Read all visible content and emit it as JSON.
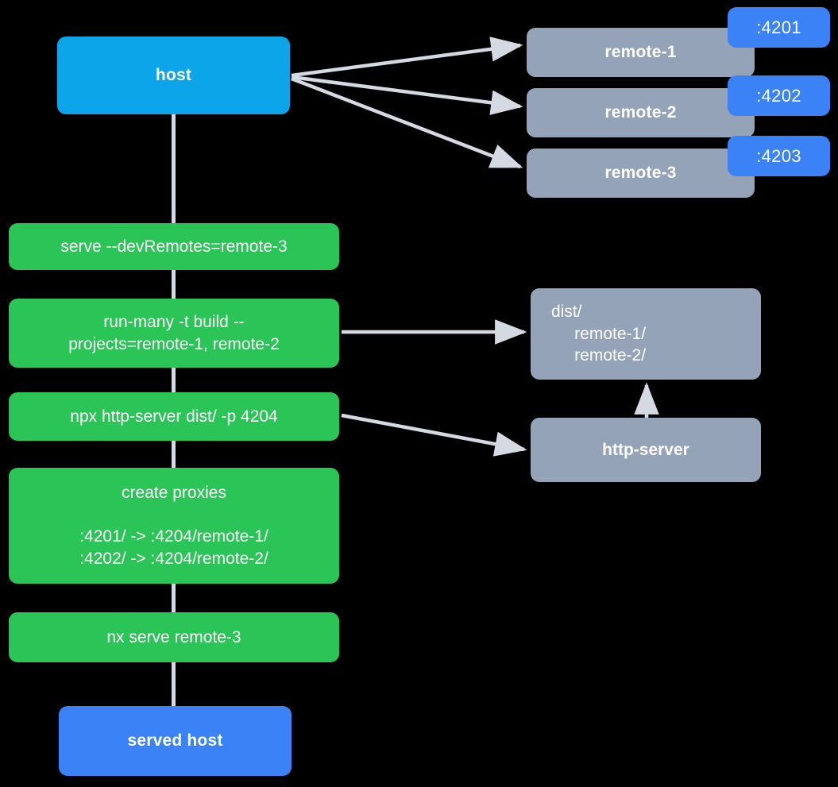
{
  "diagram": {
    "title": "host and remotes dev-serve flow",
    "background": "#000000",
    "colors": {
      "host": "#0CA5E9",
      "served_host": "#3B82F6",
      "remote": "#94A3B8",
      "command": "#2BC456",
      "badge": "#3B82F6",
      "connector": "#D4D9E2",
      "text": "#FFFFFF"
    }
  },
  "nodes": {
    "host": {
      "label": "host"
    },
    "served_host": {
      "label": "served host"
    },
    "remotes": [
      {
        "label": "remote-1",
        "port": ":4201"
      },
      {
        "label": "remote-2",
        "port": ":4202"
      },
      {
        "label": "remote-3",
        "port": ":4203"
      }
    ],
    "commands": [
      {
        "label": "serve --devRemotes=remote-3"
      },
      {
        "label": "run-many -t build --\nprojects=remote-1, remote-2"
      },
      {
        "label": "npx http-server dist/ -p 4204"
      },
      {
        "label": "create proxies\n\n:4201/ -> :4204/remote-1/\n:4202/ -> :4204/remote-2/"
      },
      {
        "label": "nx serve remote-3"
      }
    ],
    "dist": {
      "label": "dist/\n     remote-1/\n     remote-2/"
    },
    "http_server": {
      "label": "http-server"
    }
  }
}
